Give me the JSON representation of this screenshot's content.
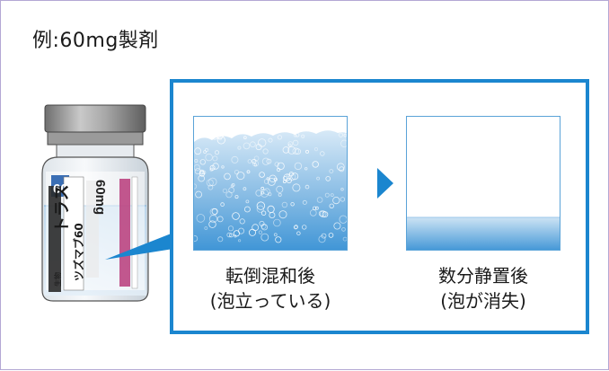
{
  "heading": "例:60mg製剤",
  "vial": {
    "dose_badge": "60",
    "side_text": "60mg",
    "brand_text": "トラス",
    "brand_sub": "ツズマブ60",
    "type_tag": "生物"
  },
  "before": {
    "title": "転倒混和後",
    "note": "(泡立っている)"
  },
  "after": {
    "title": "数分静置後",
    "note": "(泡が消失)"
  },
  "colors": {
    "accent_blue": "#1b86cf",
    "frame": "#b3a8d4",
    "liquid_blue": "#3f95d6",
    "cap_gray": "#8c8c8c"
  }
}
